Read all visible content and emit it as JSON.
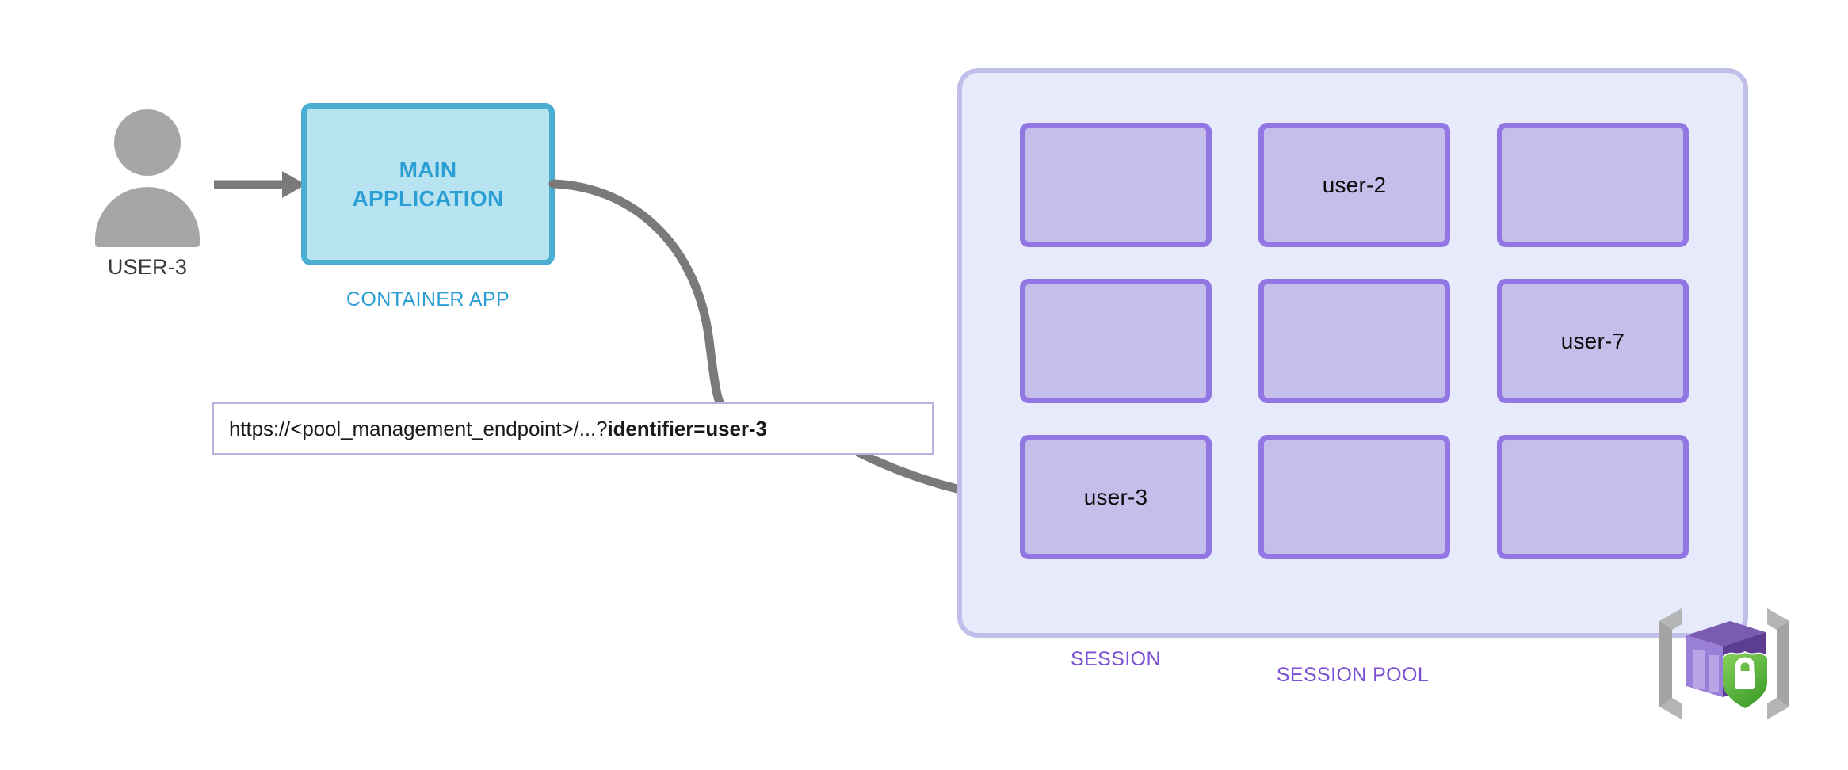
{
  "diagram": {
    "title": "Azure Container Apps dynamic sessions request routing",
    "colors": {
      "app_fill": "#b8e3f1",
      "app_border": "#4aadd1",
      "app_text": "#2b9fd4",
      "pool_fill": "#e7eafb",
      "pool_border": "#bfbfe9",
      "card_fill": "#c5bdea",
      "card_border": "#9176e4",
      "pool_text": "#7a4fd6",
      "actor_grey": "#a6a6a6",
      "arrow_grey": "#7a7a7a",
      "callout_border": "#b9b3e0",
      "shield_green": "#5eb33c",
      "box_purple": "#5c3d91"
    }
  },
  "actor": {
    "label": "USER-3",
    "icon": "person-icon"
  },
  "main_app": {
    "title": "MAIN\nAPPLICATION",
    "caption": "CONTAINER APP"
  },
  "callout": {
    "url_prefix": "https://<pool_management_endpoint>/...?",
    "url_query": "identifier=user-3"
  },
  "session_pool": {
    "caption": "SESSION POOL",
    "session_caption": "SESSION",
    "grid": {
      "rows": 3,
      "cols": 3,
      "col_pitch": 301,
      "row_pitch": 197
    },
    "cards": [
      {
        "row": 0,
        "col": 0,
        "label": ""
      },
      {
        "row": 0,
        "col": 1,
        "label": "user-2"
      },
      {
        "row": 0,
        "col": 2,
        "label": ""
      },
      {
        "row": 1,
        "col": 0,
        "label": ""
      },
      {
        "row": 1,
        "col": 1,
        "label": ""
      },
      {
        "row": 1,
        "col": 2,
        "label": "user-7"
      },
      {
        "row": 2,
        "col": 0,
        "label": "user-3"
      },
      {
        "row": 2,
        "col": 1,
        "label": ""
      },
      {
        "row": 2,
        "col": 2,
        "label": ""
      }
    ]
  },
  "icons": {
    "dynamic_sessions": "dynamic-sessions-icon",
    "arrow_user_to_app": "arrow-right-icon",
    "arrow_app_to_session": "curved-arrow-icon"
  }
}
